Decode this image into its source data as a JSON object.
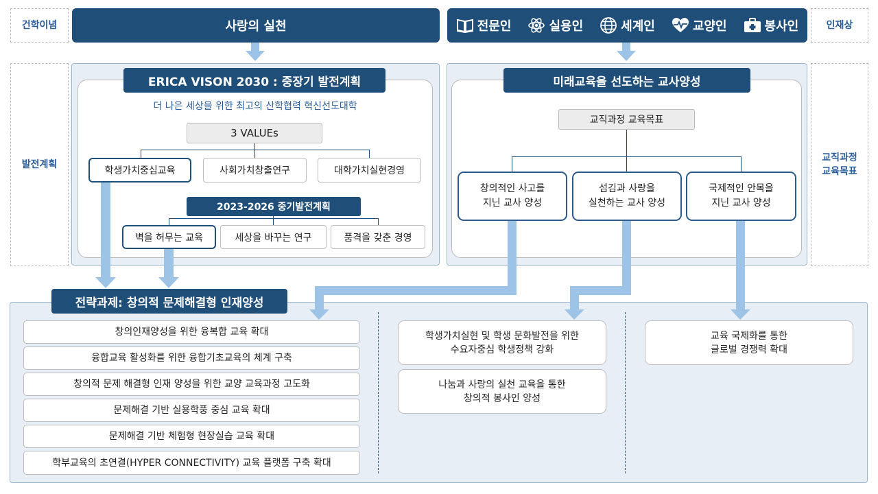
{
  "labels": {
    "founding": "건학이념",
    "talent": "인재상",
    "development": "발전계획",
    "curriculum_goal": "교직과정\n교육목표"
  },
  "top": {
    "founding_title": "사랑의 실천",
    "talents": [
      {
        "label": "전문인",
        "icon": "book-icon"
      },
      {
        "label": "실용인",
        "icon": "atom-icon"
      },
      {
        "label": "세계인",
        "icon": "globe-icon"
      },
      {
        "label": "교양인",
        "icon": "heart-pulse-icon"
      },
      {
        "label": "봉사인",
        "icon": "first-aid-kit-icon"
      }
    ]
  },
  "erica": {
    "title": "ERICA VISON 2030 : 중장기 발전계획",
    "subtitle": "더 나은 세상을 위한 최고의 산학협력 혁신선도대학",
    "values_title": "3 VALUEs",
    "values": [
      "학생가치중심교육",
      "사회가치창출연구",
      "대학가치실현경영"
    ],
    "mid_title": "2023-2026 중기발전계획",
    "mid_items": [
      "벽을 허무는 교육",
      "세상을 바꾸는 연구",
      "품격을 갖춘 경영"
    ]
  },
  "teacher": {
    "title": "미래교육을 선도하는 교사양성",
    "goal_title": "교직과정 교육목표",
    "goals": [
      "창의적인 사고를\n지닌 교사 양성",
      "섬김과 사랑을\n실천하는 교사 양성",
      "국제적인 안목을\n지닌 교사 양성"
    ]
  },
  "strategy": {
    "title": "전략과제: 창의적 문제해결형 인재양성",
    "col1": [
      "창의인재양성을 위한 융복합 교육 확대",
      "융합교육 활성화를 위한 융합기초교육의 체계 구축",
      "창의적 문제 해결형 인재 양성을 위한 교양 교육과정 고도화",
      "문제해결 기반 실용학풍 중심 교육 확대",
      "문제해결 기반 체험형 현장실습 교육 확대",
      "학부교육의 초연결(HYPER CONNECTIVITY) 교육 플랫폼 구축 확대"
    ],
    "col2": [
      "학생가치실현 및 학생 문화발전을 위한\n수요자중심 학생정책 강화",
      "나눔과 사랑의 실천 교육을 통한\n창의적 봉사인 양성"
    ],
    "col3": [
      "교육 국제화를 통한\n글로벌 경쟁력 확대"
    ]
  },
  "colors": {
    "navy": "#1f4e79",
    "panel": "#e8eef6",
    "arrow": "#9dc3e6",
    "label_text": "#2a5d9a"
  }
}
